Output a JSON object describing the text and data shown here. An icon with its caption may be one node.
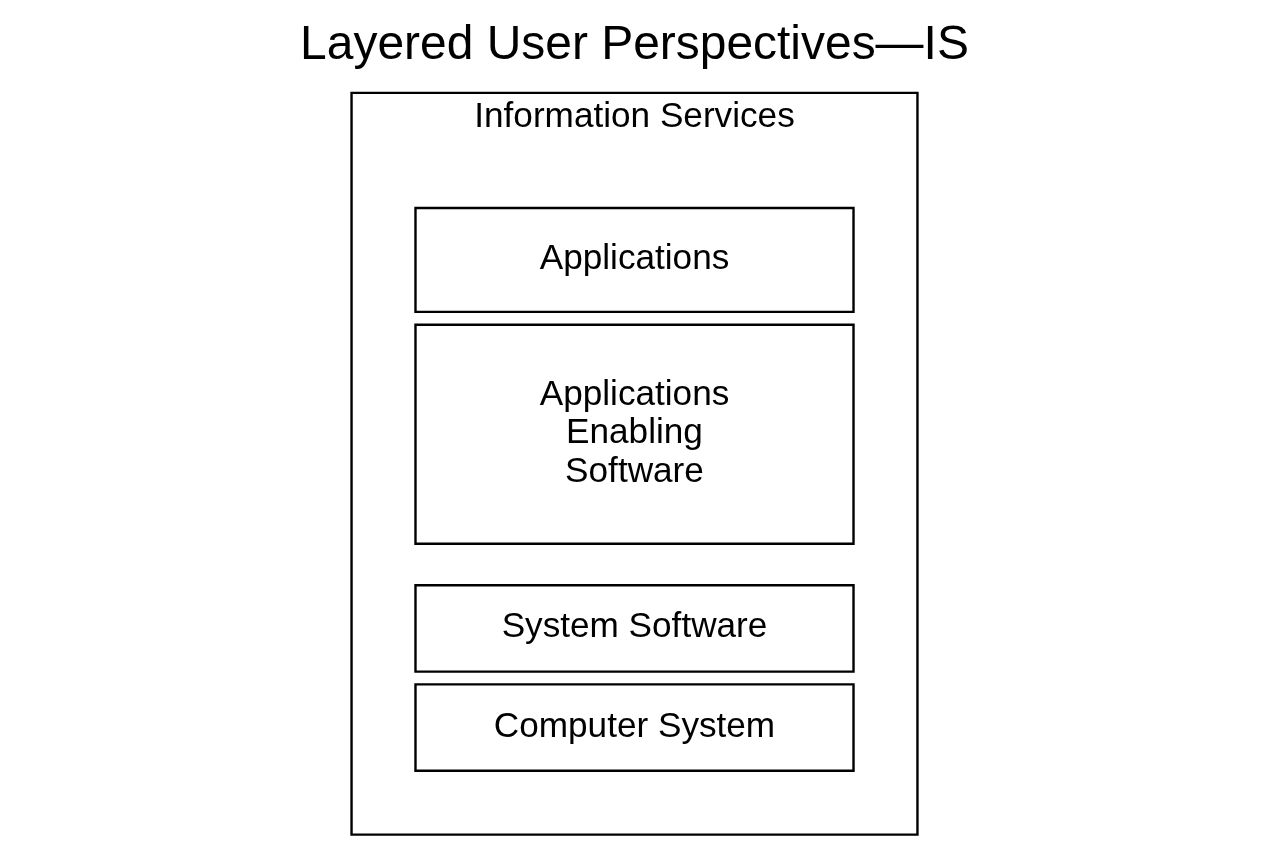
{
  "diagram": {
    "title": "Layered User Perspectives—IS",
    "nodes": [
      {
        "text": [
          "Information Services"
        ]
      },
      {
        "text": [
          "Applications"
        ],
        "in": 0
      },
      {
        "text": [
          "Applications Enabling Software"
        ],
        "in": 0
      },
      {
        "text": [
          "System Software"
        ],
        "in": 0
      },
      {
        "text": [
          "Computer System"
        ],
        "in": 0
      }
    ]
  }
}
